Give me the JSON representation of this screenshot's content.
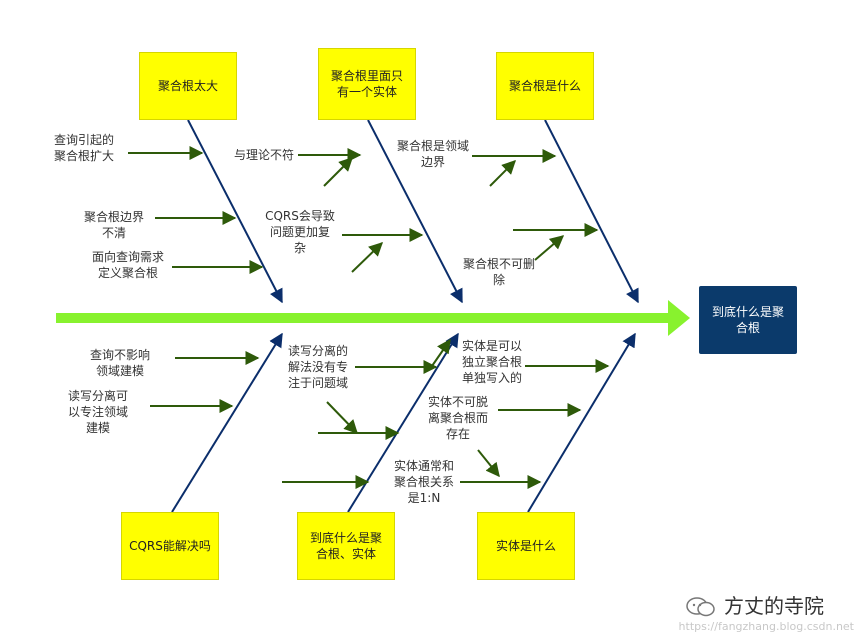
{
  "effect": "到底什么是聚\n合根",
  "causes": {
    "top_1": "聚合根太大",
    "top_2": "聚合根里面只\n有一个实体",
    "top_3": "聚合根是什么",
    "bottom_1": "CQRS能解决吗",
    "bottom_2": "到底什么是聚\n合根、实体",
    "bottom_3": "实体是什么"
  },
  "labels": {
    "t1a": "查询引起的\n聚合根扩大",
    "t1b": "聚合根边界\n不清",
    "t1c": "面向查询需求\n定义聚合根",
    "t2a": "与理论不符",
    "t2b": "CQRS会导致\n问题更加复\n杂",
    "t3a": "聚合根是领域\n边界",
    "t3b": "聚合根不可删\n除",
    "b1a": "查询不影响\n领域建模",
    "b1b": "读写分离可\n以专注领域\n建模",
    "b2a": "读写分离的\n解法没有专\n注于问题域",
    "b3a": "实体是可以\n独立聚合根\n单独写入的",
    "b3b": "实体不可脱\n离聚合根而\n存在",
    "b3c": "实体通常和\n聚合根关系\n是1:N"
  },
  "watermark": {
    "brand": "方丈的寺院",
    "url": "https://fangzhang.blog.csdn.net"
  },
  "colors": {
    "spine": "#88f22e",
    "bone": "#0b2e6b",
    "sub": "#2e5a0a",
    "cause_box": "#ffff00",
    "effect_box": "#0b3a6b"
  }
}
